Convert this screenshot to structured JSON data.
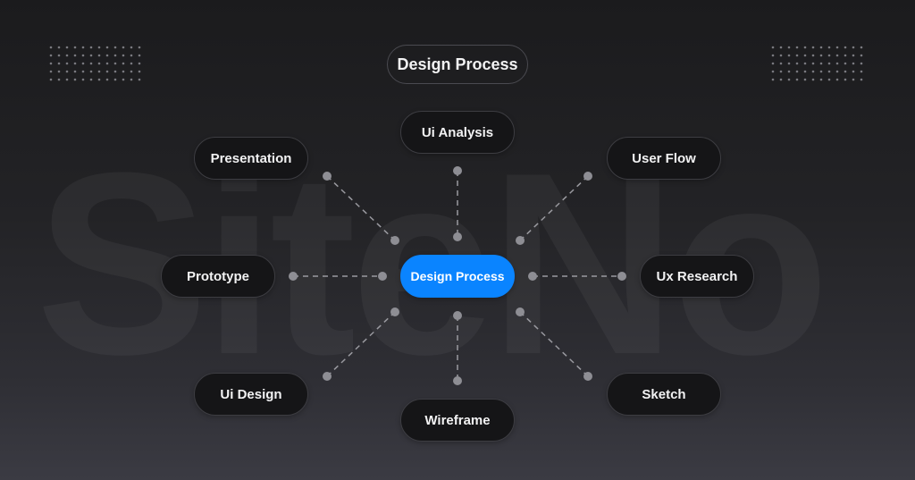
{
  "watermark": "SiteNo",
  "title": "Design Process",
  "center": "Design Process",
  "nodes": {
    "ui_analysis": "Ui Analysis",
    "presentation": "Presentation",
    "user_flow": "User Flow",
    "prototype": "Prototype",
    "ux_research": "Ux Research",
    "ui_design": "Ui Design",
    "wireframe": "Wireframe",
    "sketch": "Sketch"
  },
  "colors": {
    "accent": "#0a84ff",
    "node_bg": "#151517",
    "connector": "#9a9aa0"
  }
}
